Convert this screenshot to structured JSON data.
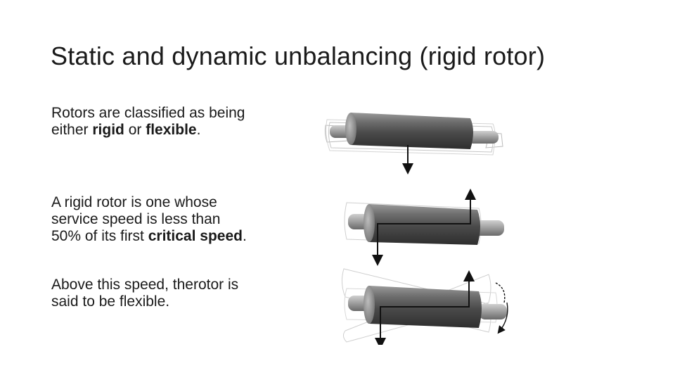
{
  "slide": {
    "title": "Static and dynamic unbalancing (rigid rotor)"
  },
  "paragraphs": [
    {
      "pre": "Rotors are classified as being either ",
      "b1": "rigid",
      "mid": " or ",
      "b2": "flexible",
      "post": "."
    },
    {
      "pre": "A rigid rotor is one whose service speed is less than 50% of its first ",
      "b1": "critical speed",
      "post": "."
    },
    {
      "text": "Above this speed, therotor is said to be flexible."
    }
  ],
  "figure": {
    "panels": [
      "static-unbalance",
      "couple-unbalance",
      "dynamic-unbalance"
    ],
    "colors": {
      "rotor_dark": "#5a5a5a",
      "rotor_light": "#c8c8c8",
      "arrow": "#111111"
    }
  }
}
